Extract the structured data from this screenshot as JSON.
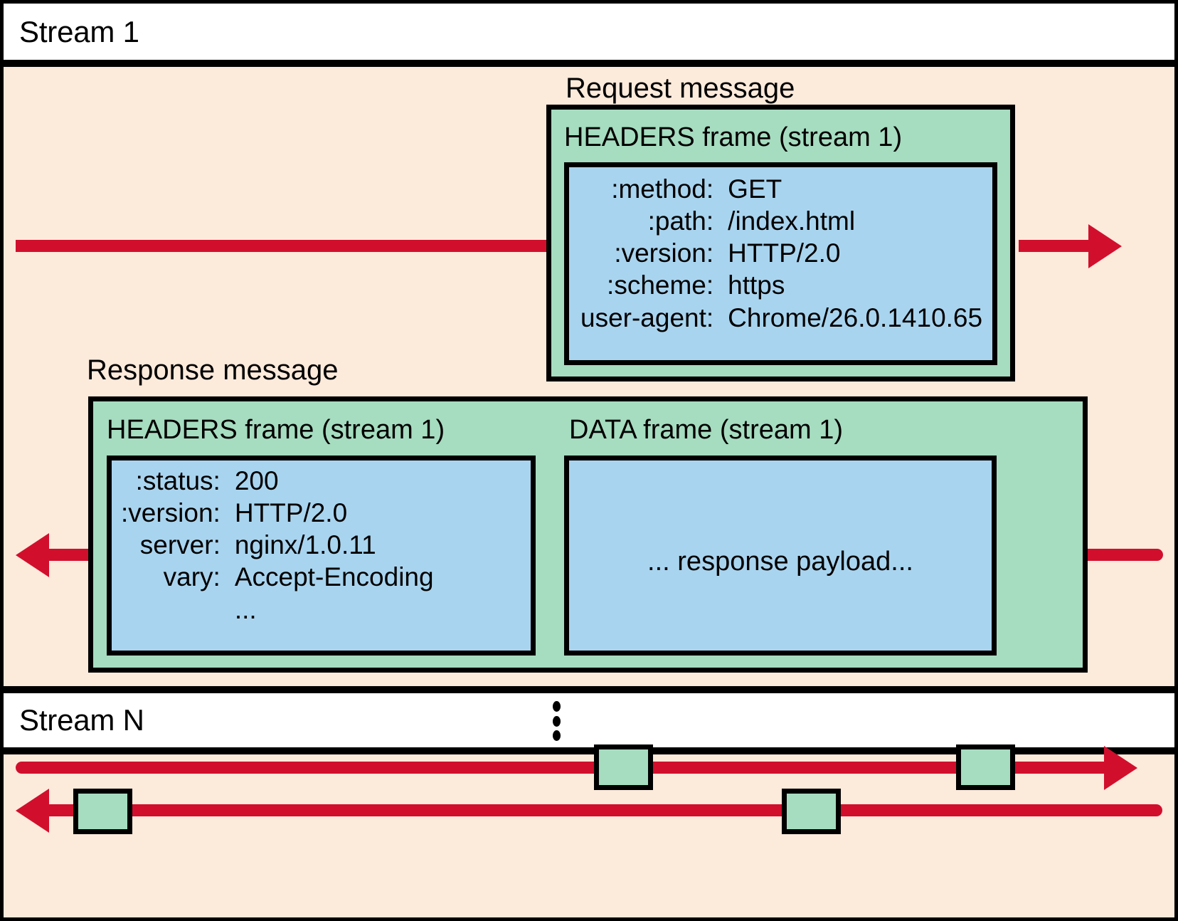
{
  "diagram": {
    "title_stream_1": "Stream 1",
    "title_stream_n": "Stream N",
    "ellipsis": "vertical-ellipsis"
  },
  "request_message": {
    "caption": "Request message",
    "frame_title": "HEADERS frame (stream 1)",
    "headers": [
      {
        "key": ":method:",
        "value": "GET"
      },
      {
        "key": ":path:",
        "value": "/index.html"
      },
      {
        "key": ":version:",
        "value": "HTTP/2.0"
      },
      {
        "key": ":scheme:",
        "value": "https"
      },
      {
        "key": "user-agent:",
        "value": "Chrome/26.0.1410.65"
      }
    ]
  },
  "response_message": {
    "caption": "Response message",
    "headers_frame_title": "HEADERS frame (stream 1)",
    "data_frame_title": "DATA frame (stream 1)",
    "headers": [
      {
        "key": ":status:",
        "value": "200"
      },
      {
        "key": ":version:",
        "value": "HTTP/2.0"
      },
      {
        "key": "server:",
        "value": "nginx/1.0.11"
      },
      {
        "key": "vary:",
        "value": "Accept-Encoding"
      },
      {
        "key": "",
        "value": "..."
      }
    ],
    "data_payload_text": "... response payload..."
  },
  "colors": {
    "background_band": "#fceadb",
    "frame_green": "#a6dcc0",
    "payload_blue": "#a9d4ef",
    "arrow_red": "#d10f2d",
    "stroke_black": "#000000",
    "label_white": "#ffffff"
  }
}
